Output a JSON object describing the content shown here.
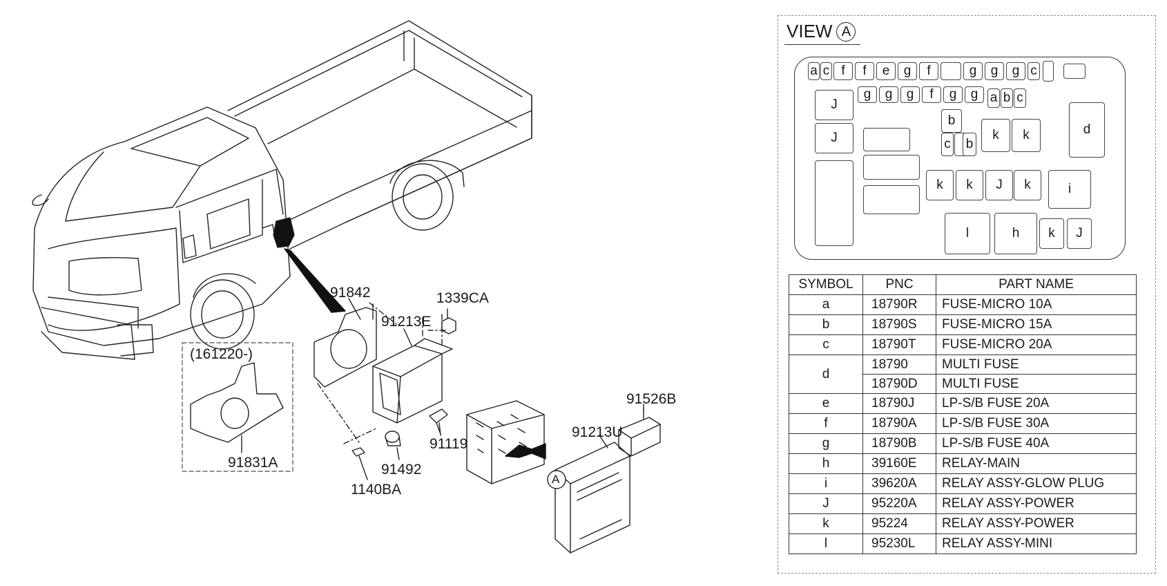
{
  "callouts": {
    "p91842": "91842",
    "p1339CA": "1339CA",
    "p91213E": "91213E",
    "date_range": "(161220-)",
    "p91831A": "91831A",
    "p91119": "91119",
    "p91492": "91492",
    "p1140BA": "1140BA",
    "p91526B": "91526B",
    "p91213U": "91213U",
    "arrow_view_marker": "A"
  },
  "view": {
    "title": "VIEW",
    "marker": "A"
  },
  "fuse_layout": [
    "a",
    "c",
    "f",
    "f",
    "e",
    "g",
    "f",
    "",
    "g",
    "g",
    "g",
    "c",
    "",
    "",
    "g",
    "g",
    "g",
    "f",
    "g",
    "g",
    "a",
    "b",
    "c",
    "J",
    "J",
    "",
    "b",
    "c",
    "",
    "b",
    "k",
    "k",
    "d",
    "",
    "",
    "",
    "k",
    "k",
    "J",
    "k",
    "i",
    "l",
    "h",
    "k",
    "J"
  ],
  "table": {
    "headers": {
      "symbol": "SYMBOL",
      "pnc": "PNC",
      "part_name": "PART NAME"
    },
    "rows": [
      {
        "symbol": "a",
        "pnc": "18790R",
        "name": "FUSE-MICRO 10A"
      },
      {
        "symbol": "b",
        "pnc": "18790S",
        "name": "FUSE-MICRO 15A"
      },
      {
        "symbol": "c",
        "pnc": "18790T",
        "name": "FUSE-MICRO 20A"
      },
      {
        "symbol": "d",
        "pnc": "18790",
        "name": "MULTI FUSE"
      },
      {
        "symbol": "",
        "pnc": "18790D",
        "name": "MULTI FUSE"
      },
      {
        "symbol": "e",
        "pnc": "18790J",
        "name": "LP-S/B FUSE 20A"
      },
      {
        "symbol": "f",
        "pnc": "18790A",
        "name": "LP-S/B FUSE 30A"
      },
      {
        "symbol": "g",
        "pnc": "18790B",
        "name": "LP-S/B FUSE 40A"
      },
      {
        "symbol": "h",
        "pnc": "39160E",
        "name": "RELAY-MAIN"
      },
      {
        "symbol": "i",
        "pnc": "39620A",
        "name": "RELAY ASSY-GLOW PLUG"
      },
      {
        "symbol": "J",
        "pnc": "95220A",
        "name": "RELAY ASSY-POWER"
      },
      {
        "symbol": "k",
        "pnc": "95224",
        "name": "RELAY ASSY-POWER"
      },
      {
        "symbol": "l",
        "pnc": "95230L",
        "name": "RELAY ASSY-MINI"
      }
    ]
  }
}
